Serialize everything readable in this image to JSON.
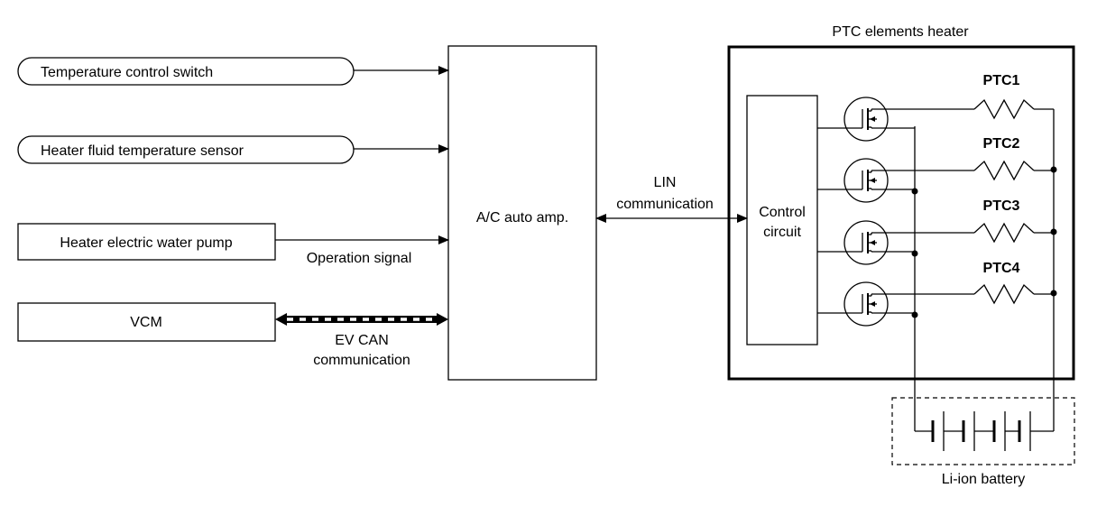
{
  "inputs": {
    "temp_switch": "Temperature control switch",
    "fluid_sensor": "Heater fluid temperature sensor",
    "water_pump": "Heater electric water pump",
    "vcm": "VCM"
  },
  "signals": {
    "operation": "Operation signal",
    "ev_can_1": "EV CAN",
    "ev_can_2": "communication",
    "lin_1": "LIN",
    "lin_2": "communication"
  },
  "amp": {
    "label": "A/C auto amp."
  },
  "heater": {
    "title": "PTC elements heater",
    "control_1": "Control",
    "control_2": "circuit",
    "ptc": [
      "PTC1",
      "PTC2",
      "PTC3",
      "PTC4"
    ]
  },
  "battery": {
    "label": "Li-ion battery"
  }
}
